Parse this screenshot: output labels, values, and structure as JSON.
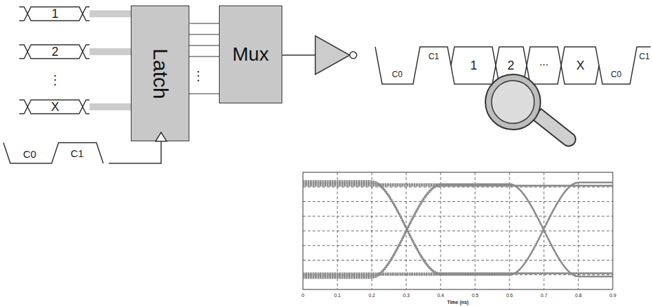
{
  "diagram": {
    "nodes": [
      {
        "text": [
          "Latch"
        ]
      },
      {
        "text": [
          "Mux"
        ]
      }
    ],
    "edges": [
      {
        "from": 0,
        "to": 1,
        "arrow": "none"
      }
    ],
    "labels": [
      "1",
      "2",
      "⋮",
      "X",
      "C0",
      "C1",
      "⋮",
      "C0",
      "C1",
      "1",
      "2",
      "...",
      "X",
      "C0",
      "C1",
      "0",
      "0.1",
      "0.2",
      "0.3",
      "0.4",
      "0.5",
      "0.6",
      "0.7",
      "0.8",
      "0.9",
      "Time (ns)"
    ]
  }
}
